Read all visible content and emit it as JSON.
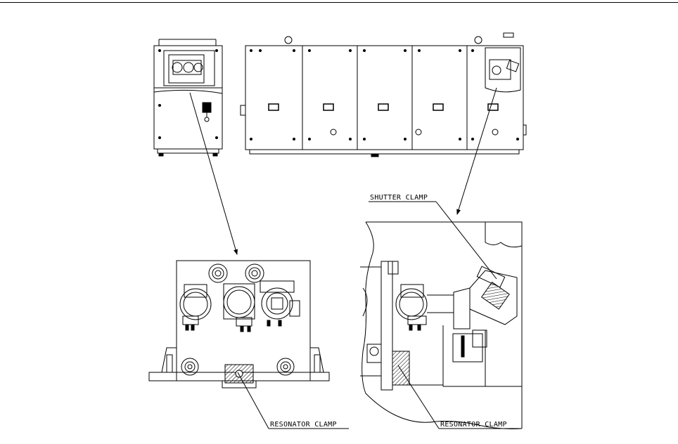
{
  "labels": {
    "shutter_clamp": "SHUTTER CLAMP",
    "resonator_clamp_left": "RESONATOR CLAMP",
    "resonator_clamp_right": "RESONATOR CLAMP"
  }
}
